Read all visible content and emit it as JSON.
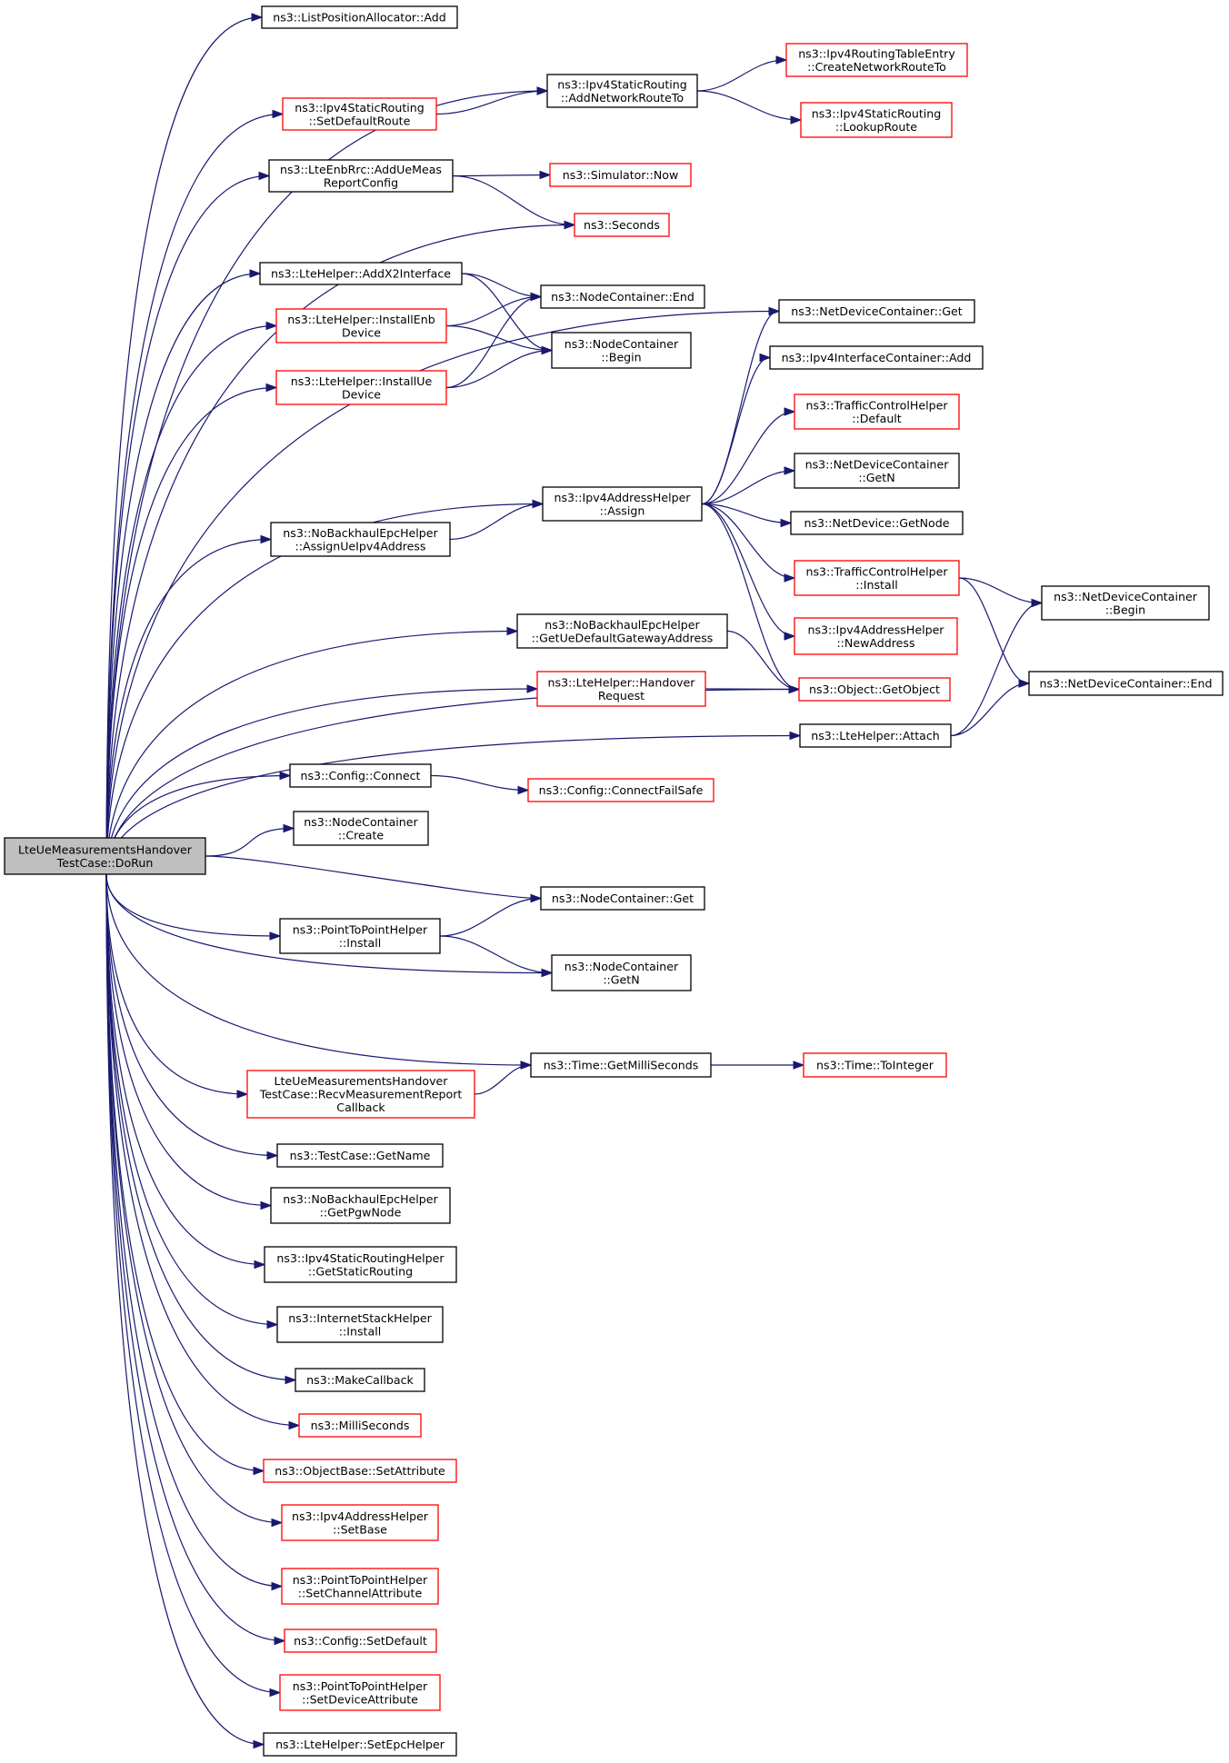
{
  "root": {
    "id": "root",
    "lines": [
      "LteUeMeasurementsHandover",
      "TestCase::DoRun"
    ],
    "outline": "black"
  },
  "nodes": [
    {
      "id": "lpa_add",
      "lines": [
        "ns3::ListPositionAllocator::Add"
      ],
      "outline": "black"
    },
    {
      "id": "isr_setdef",
      "lines": [
        "ns3::Ipv4StaticRouting",
        "::SetDefaultRoute"
      ],
      "outline": "red"
    },
    {
      "id": "isr_addnet",
      "lines": [
        "ns3::Ipv4StaticRouting",
        "::AddNetworkRouteTo"
      ],
      "outline": "black"
    },
    {
      "id": "irte_create",
      "lines": [
        "ns3::Ipv4RoutingTableEntry",
        "::CreateNetworkRouteTo"
      ],
      "outline": "red"
    },
    {
      "id": "isr_lookup",
      "lines": [
        "ns3::Ipv4StaticRouting",
        "::LookupRoute"
      ],
      "outline": "red"
    },
    {
      "id": "enbrrc_addue",
      "lines": [
        "ns3::LteEnbRrc::AddUeMeas",
        "ReportConfig"
      ],
      "outline": "black"
    },
    {
      "id": "sim_now",
      "lines": [
        "ns3::Simulator::Now"
      ],
      "outline": "red"
    },
    {
      "id": "seconds",
      "lines": [
        "ns3::Seconds"
      ],
      "outline": "red"
    },
    {
      "id": "lte_addx2",
      "lines": [
        "ns3::LteHelper::AddX2Interface"
      ],
      "outline": "black"
    },
    {
      "id": "nc_end",
      "lines": [
        "ns3::NodeContainer::End"
      ],
      "outline": "black"
    },
    {
      "id": "lte_installenb",
      "lines": [
        "ns3::LteHelper::InstallEnb",
        "Device"
      ],
      "outline": "red"
    },
    {
      "id": "nc_begin",
      "lines": [
        "ns3::NodeContainer",
        "::Begin"
      ],
      "outline": "black"
    },
    {
      "id": "lte_installue",
      "lines": [
        "ns3::LteHelper::InstallUe",
        "Device"
      ],
      "outline": "red"
    },
    {
      "id": "ndc_get",
      "lines": [
        "ns3::NetDeviceContainer::Get"
      ],
      "outline": "black"
    },
    {
      "id": "iic_add",
      "lines": [
        "ns3::Ipv4InterfaceContainer::Add"
      ],
      "outline": "black"
    },
    {
      "id": "tch_default",
      "lines": [
        "ns3::TrafficControlHelper",
        "::Default"
      ],
      "outline": "red"
    },
    {
      "id": "ndc_getn",
      "lines": [
        "ns3::NetDeviceContainer",
        "::GetN"
      ],
      "outline": "black"
    },
    {
      "id": "iah_assign",
      "lines": [
        "ns3::Ipv4AddressHelper",
        "::Assign"
      ],
      "outline": "black"
    },
    {
      "id": "nd_getnode",
      "lines": [
        "ns3::NetDevice::GetNode"
      ],
      "outline": "black"
    },
    {
      "id": "nbeh_assignue",
      "lines": [
        "ns3::NoBackhaulEpcHelper",
        "::AssignUeIpv4Address"
      ],
      "outline": "black"
    },
    {
      "id": "tch_install",
      "lines": [
        "ns3::TrafficControlHelper",
        "::Install"
      ],
      "outline": "red"
    },
    {
      "id": "ndc_begin",
      "lines": [
        "ns3::NetDeviceContainer",
        "::Begin"
      ],
      "outline": "black"
    },
    {
      "id": "nbeh_getuedef",
      "lines": [
        "ns3::NoBackhaulEpcHelper",
        "::GetUeDefaultGatewayAddress"
      ],
      "outline": "black"
    },
    {
      "id": "iah_newaddr",
      "lines": [
        "ns3::Ipv4AddressHelper",
        "::NewAddress"
      ],
      "outline": "red"
    },
    {
      "id": "ndc_end",
      "lines": [
        "ns3::NetDeviceContainer::End"
      ],
      "outline": "black"
    },
    {
      "id": "lte_handover",
      "lines": [
        "ns3::LteHelper::Handover",
        "Request"
      ],
      "outline": "red"
    },
    {
      "id": "obj_getobject",
      "lines": [
        "ns3::Object::GetObject"
      ],
      "outline": "red"
    },
    {
      "id": "lte_attach",
      "lines": [
        "ns3::LteHelper::Attach"
      ],
      "outline": "black"
    },
    {
      "id": "cfg_connect",
      "lines": [
        "ns3::Config::Connect"
      ],
      "outline": "black"
    },
    {
      "id": "cfg_connectfs",
      "lines": [
        "ns3::Config::ConnectFailSafe"
      ],
      "outline": "red"
    },
    {
      "id": "nc_create",
      "lines": [
        "ns3::NodeContainer",
        "::Create"
      ],
      "outline": "black"
    },
    {
      "id": "nc_get",
      "lines": [
        "ns3::NodeContainer::Get"
      ],
      "outline": "black"
    },
    {
      "id": "p2p_install",
      "lines": [
        "ns3::PointToPointHelper",
        "::Install"
      ],
      "outline": "black"
    },
    {
      "id": "nc_getn",
      "lines": [
        "ns3::NodeContainer",
        "::GetN"
      ],
      "outline": "black"
    },
    {
      "id": "time_getms",
      "lines": [
        "ns3::Time::GetMilliSeconds"
      ],
      "outline": "black"
    },
    {
      "id": "time_toint",
      "lines": [
        "ns3::Time::ToInteger"
      ],
      "outline": "red"
    },
    {
      "id": "recv_cb",
      "lines": [
        "LteUeMeasurementsHandover",
        "TestCase::RecvMeasurementReport",
        "Callback"
      ],
      "outline": "red"
    },
    {
      "id": "tc_getname",
      "lines": [
        "ns3::TestCase::GetName"
      ],
      "outline": "black"
    },
    {
      "id": "nbeh_getpgw",
      "lines": [
        "ns3::NoBackhaulEpcHelper",
        "::GetPgwNode"
      ],
      "outline": "black"
    },
    {
      "id": "isrh_getstatic",
      "lines": [
        "ns3::Ipv4StaticRoutingHelper",
        "::GetStaticRouting"
      ],
      "outline": "black"
    },
    {
      "id": "ish_install",
      "lines": [
        "ns3::InternetStackHelper",
        "::Install"
      ],
      "outline": "black"
    },
    {
      "id": "makecb",
      "lines": [
        "ns3::MakeCallback"
      ],
      "outline": "black"
    },
    {
      "id": "millis",
      "lines": [
        "ns3::MilliSeconds"
      ],
      "outline": "red"
    },
    {
      "id": "ob_setattr",
      "lines": [
        "ns3::ObjectBase::SetAttribute"
      ],
      "outline": "red"
    },
    {
      "id": "iah_setbase",
      "lines": [
        "ns3::Ipv4AddressHelper",
        "::SetBase"
      ],
      "outline": "red"
    },
    {
      "id": "p2p_setchan",
      "lines": [
        "ns3::PointToPointHelper",
        "::SetChannelAttribute"
      ],
      "outline": "red"
    },
    {
      "id": "cfg_setdefault",
      "lines": [
        "ns3::Config::SetDefault"
      ],
      "outline": "red"
    },
    {
      "id": "p2p_setdev",
      "lines": [
        "ns3::PointToPointHelper",
        "::SetDeviceAttribute"
      ],
      "outline": "red"
    },
    {
      "id": "lte_setepc",
      "lines": [
        "ns3::LteHelper::SetEpcHelper"
      ],
      "outline": "black"
    }
  ],
  "edges": [
    [
      "root",
      "lpa_add"
    ],
    [
      "root",
      "isr_addnet"
    ],
    [
      "root",
      "isr_setdef"
    ],
    [
      "root",
      "enbrrc_addue"
    ],
    [
      "root",
      "seconds"
    ],
    [
      "root",
      "lte_addx2"
    ],
    [
      "root",
      "lte_installenb"
    ],
    [
      "root",
      "lte_installue"
    ],
    [
      "root",
      "ndc_get"
    ],
    [
      "root",
      "iah_assign"
    ],
    [
      "root",
      "nbeh_assignue"
    ],
    [
      "root",
      "obj_getobject"
    ],
    [
      "root",
      "nbeh_getuedef"
    ],
    [
      "root",
      "lte_handover"
    ],
    [
      "root",
      "lte_attach"
    ],
    [
      "root",
      "cfg_connect"
    ],
    [
      "root",
      "nc_create"
    ],
    [
      "root",
      "nc_get"
    ],
    [
      "root",
      "p2p_install"
    ],
    [
      "root",
      "nc_getn"
    ],
    [
      "root",
      "time_getms"
    ],
    [
      "root",
      "recv_cb"
    ],
    [
      "root",
      "tc_getname"
    ],
    [
      "root",
      "nbeh_getpgw"
    ],
    [
      "root",
      "isrh_getstatic"
    ],
    [
      "root",
      "ish_install"
    ],
    [
      "root",
      "makecb"
    ],
    [
      "root",
      "millis"
    ],
    [
      "root",
      "ob_setattr"
    ],
    [
      "root",
      "iah_setbase"
    ],
    [
      "root",
      "p2p_setchan"
    ],
    [
      "root",
      "cfg_setdefault"
    ],
    [
      "root",
      "p2p_setdev"
    ],
    [
      "root",
      "lte_setepc"
    ],
    [
      "isr_setdef",
      "isr_addnet"
    ],
    [
      "isr_addnet",
      "irte_create"
    ],
    [
      "isr_addnet",
      "isr_lookup"
    ],
    [
      "enbrrc_addue",
      "sim_now"
    ],
    [
      "enbrrc_addue",
      "seconds"
    ],
    [
      "lte_addx2",
      "nc_end"
    ],
    [
      "lte_addx2",
      "nc_begin"
    ],
    [
      "lte_installenb",
      "nc_end"
    ],
    [
      "lte_installenb",
      "nc_begin"
    ],
    [
      "lte_installue",
      "nc_end"
    ],
    [
      "lte_installue",
      "nc_begin"
    ],
    [
      "nbeh_assignue",
      "iah_assign"
    ],
    [
      "iah_assign",
      "ndc_get"
    ],
    [
      "iah_assign",
      "iic_add"
    ],
    [
      "iah_assign",
      "tch_default"
    ],
    [
      "iah_assign",
      "ndc_getn"
    ],
    [
      "iah_assign",
      "nd_getnode"
    ],
    [
      "iah_assign",
      "tch_install"
    ],
    [
      "iah_assign",
      "iah_newaddr"
    ],
    [
      "iah_assign",
      "obj_getobject"
    ],
    [
      "tch_install",
      "ndc_begin"
    ],
    [
      "tch_install",
      "ndc_end"
    ],
    [
      "nbeh_getuedef",
      "obj_getobject"
    ],
    [
      "lte_handover",
      "obj_getobject"
    ],
    [
      "lte_attach",
      "ndc_end"
    ],
    [
      "lte_attach",
      "ndc_begin"
    ],
    [
      "cfg_connect",
      "cfg_connectfs"
    ],
    [
      "p2p_install",
      "nc_get"
    ],
    [
      "p2p_install",
      "nc_getn"
    ],
    [
      "recv_cb",
      "time_getms"
    ],
    [
      "time_getms",
      "time_toint"
    ]
  ]
}
